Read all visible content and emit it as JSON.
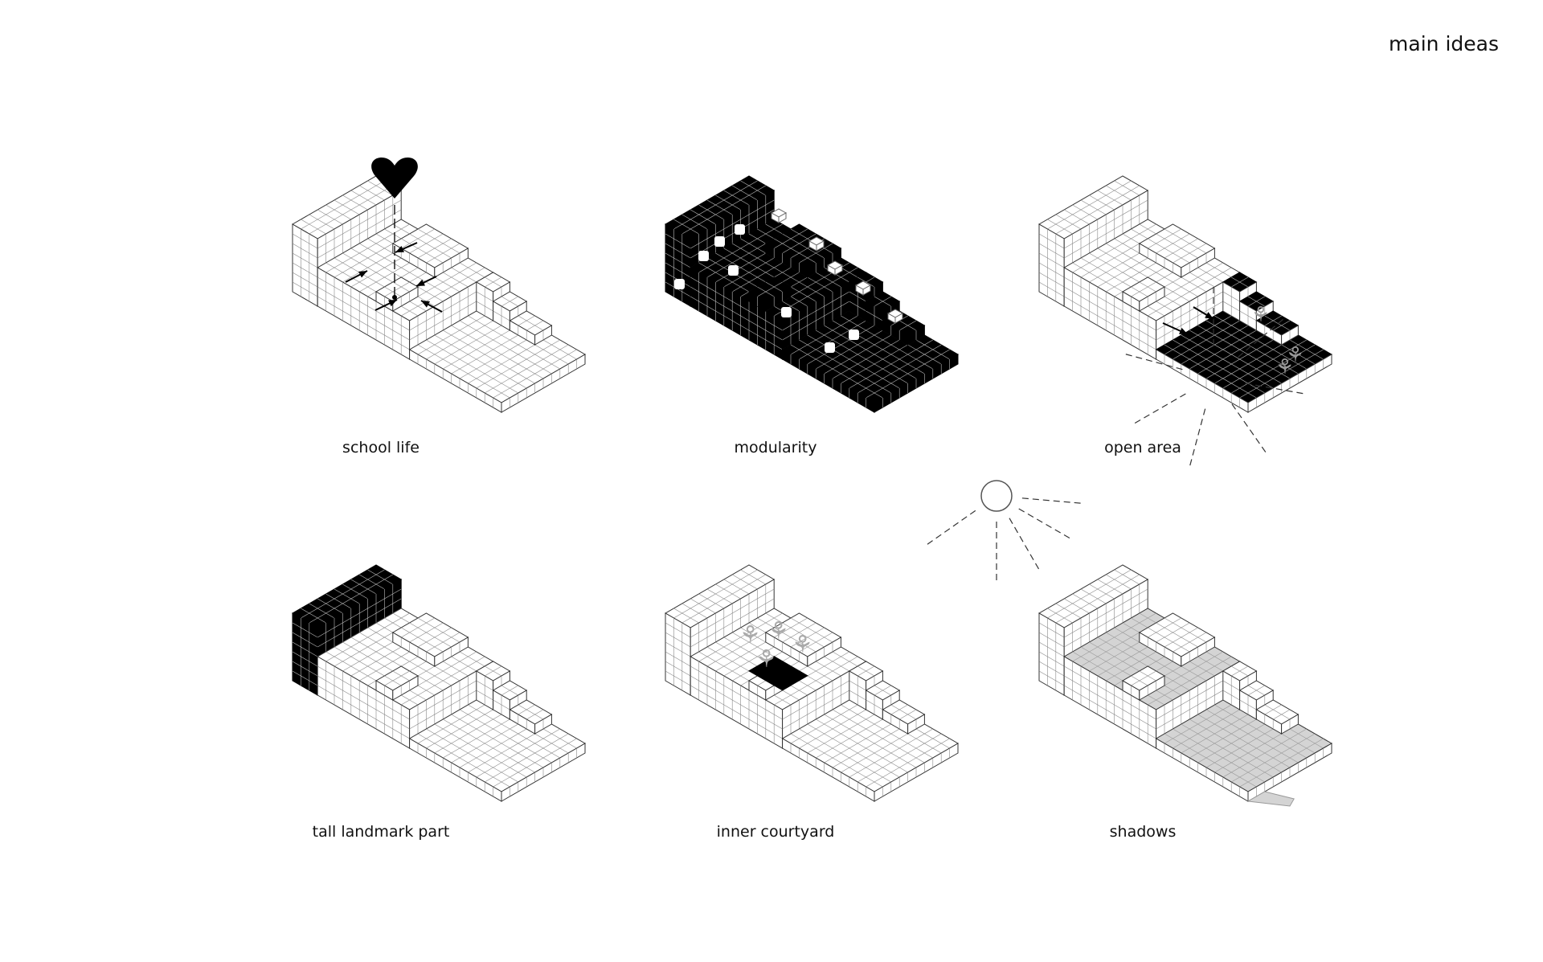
{
  "title": "main ideas",
  "panels": [
    {
      "id": "school-life",
      "label": "school life",
      "variant": "school"
    },
    {
      "id": "modularity",
      "label": "modularity",
      "variant": "modular"
    },
    {
      "id": "open-area",
      "label": "open area",
      "variant": "open"
    },
    {
      "id": "tall-landmark-part",
      "label": "tall landmark part",
      "variant": "landmark"
    },
    {
      "id": "inner-courtyard",
      "label": "inner courtyard",
      "variant": "courtyard"
    },
    {
      "id": "shadows",
      "label": "shadows",
      "variant": "shadows"
    }
  ],
  "colors": {
    "line": "#555555",
    "dark": "#000000",
    "shadow": "#d4d4d4"
  }
}
